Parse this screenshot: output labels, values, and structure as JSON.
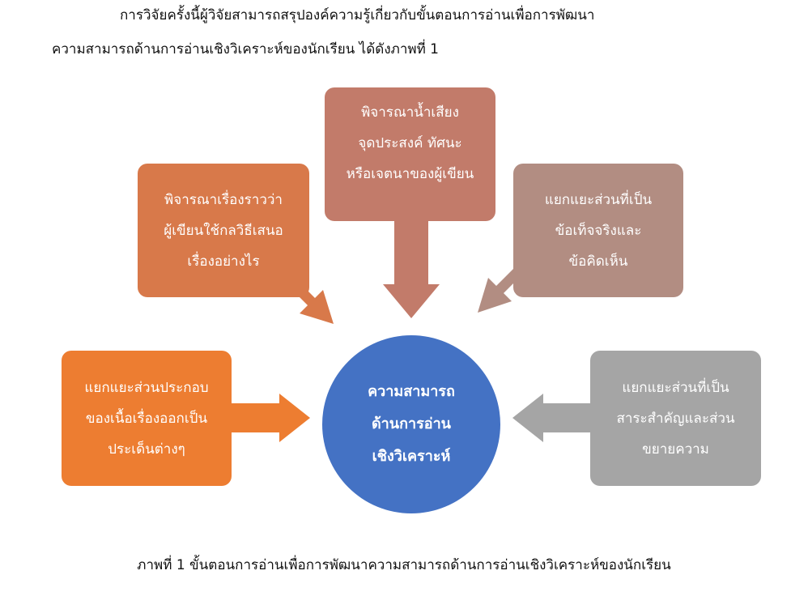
{
  "intro": {
    "line1": "การวิจัยครั้งนี้ผู้วิจัยสามารถสรุปองค์ความรู้เกี่ยวกับขั้นตอนการอ่านเพื่อการพัฒนา",
    "line2": "ความสามารถด้านการอ่านเชิงวิเคราะห์ของนักเรียน ได้ดังภาพที่ 1"
  },
  "diagram": {
    "center": {
      "lines": [
        "ความสามารถ",
        "ด้านการอ่าน",
        "เชิงวิเคราะห์"
      ],
      "color": "#4472c4"
    },
    "boxes": {
      "top": {
        "lines": [
          "พิจารณาน้ำเสียง",
          "จุดประสงค์ ทัศนะ",
          "หรือเจตนาของผู้เขียน"
        ],
        "color": "#c27b6a"
      },
      "upper_left": {
        "lines": [
          "พิจารณาเรื่องราวว่า",
          "ผู้เขียนใช้กลวิธีเสนอ",
          "เรื่องอย่างไร"
        ],
        "color": "#d8794a"
      },
      "upper_right": {
        "lines": [
          "แยกแยะส่วนที่เป็น",
          "ข้อเท็จจริงและ",
          "ข้อคิดเห็น"
        ],
        "color": "#b28d82"
      },
      "left": {
        "lines": [
          "แยกแยะส่วนประกอบ",
          "ของเนื้อเรื่องออกเป็น",
          "ประเด็นต่างๆ"
        ],
        "color": "#ed7d31"
      },
      "right": {
        "lines": [
          "แยกแยะส่วนที่เป็น",
          "สาระสำคัญและส่วน",
          "ขยายความ"
        ],
        "color": "#a5a5a5"
      }
    }
  },
  "caption": "ภาพที่ 1 ขั้นตอนการอ่านเพื่อการพัฒนาความสามารถด้านการอ่านเชิงวิเคราะห์ของนักเรียน"
}
